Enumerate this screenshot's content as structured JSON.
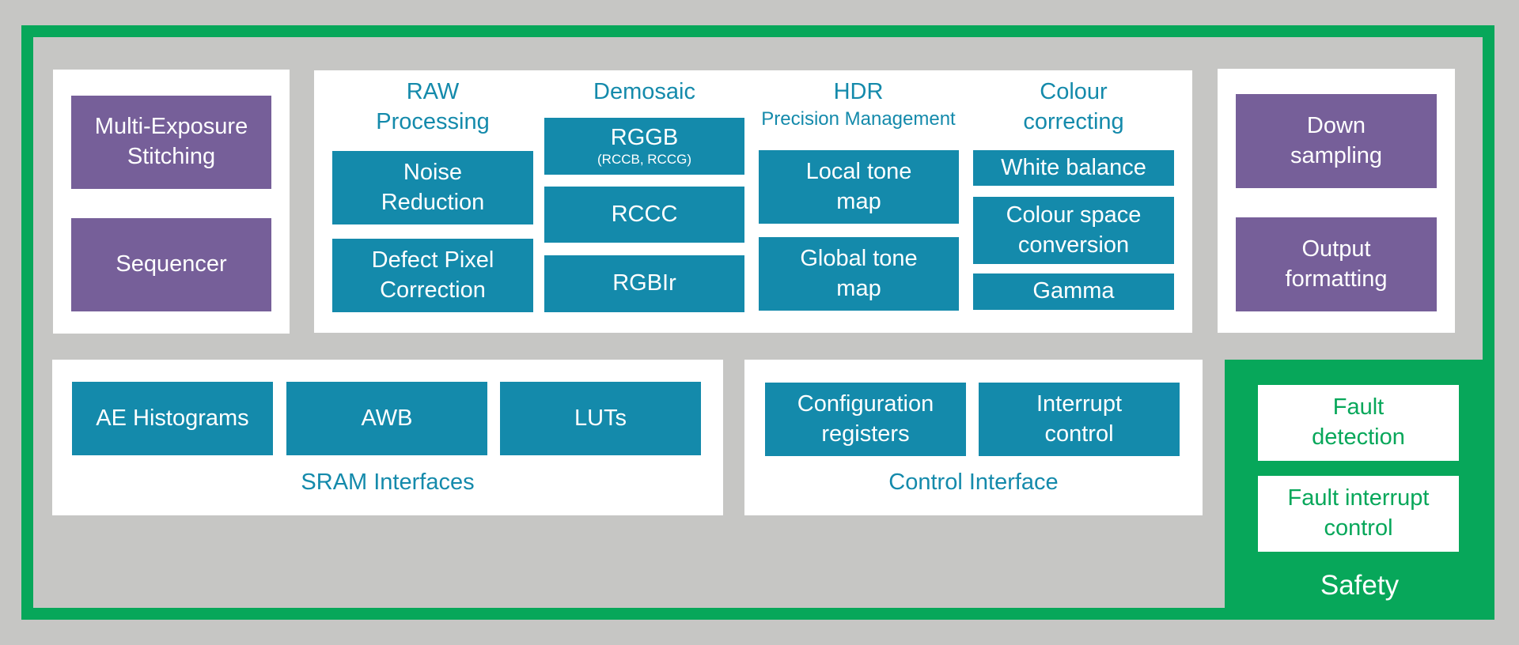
{
  "left_column": {
    "stitching": "Multi-Exposure\nStitching",
    "sequencer": "Sequencer"
  },
  "pipeline": {
    "raw": {
      "title": "RAW\nProcessing",
      "noise": "Noise\nReduction",
      "defect": "Defect Pixel\nCorrection"
    },
    "demosaic": {
      "title": "Demosaic",
      "rggb": "RGGB",
      "rggb_sub": "(RCCB, RCCG)",
      "rccc": "RCCC",
      "rgbir": "RGBIr"
    },
    "hdr": {
      "title": "HDR",
      "subtitle": "Precision Management",
      "local": "Local tone\nmap",
      "global": "Global tone\nmap"
    },
    "colour": {
      "title": "Colour\ncorrecting",
      "white_balance": "White balance",
      "space_conversion": "Colour space\nconversion",
      "gamma": "Gamma"
    }
  },
  "right_column": {
    "down_sampling": "Down\nsampling",
    "output_formatting": "Output\nformatting"
  },
  "sram": {
    "ae": "AE Histograms",
    "awb": "AWB",
    "luts": "LUTs",
    "label": "SRAM Interfaces"
  },
  "control": {
    "config": "Configuration\nregisters",
    "interrupt": "Interrupt\ncontrol",
    "label": "Control Interface"
  },
  "safety": {
    "fault_detection": "Fault\ndetection",
    "fault_interrupt": "Fault interrupt\ncontrol",
    "label": "Safety"
  },
  "colors": {
    "green": "#07a75a",
    "teal": "#148aab",
    "purple": "#765f99",
    "grey": "#c6c6c4"
  }
}
